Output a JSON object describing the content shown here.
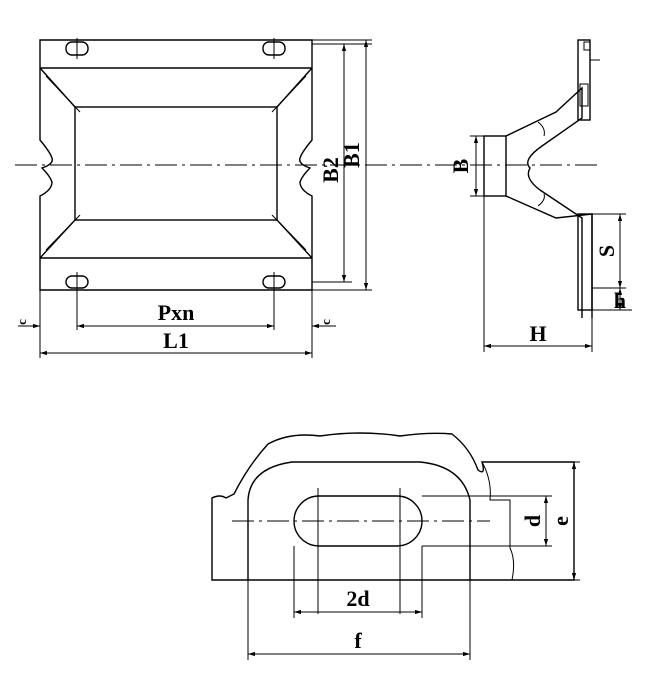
{
  "labels": {
    "B2": "B2",
    "B1": "B1",
    "B": "B",
    "S": "S",
    "h": "h",
    "H": "H",
    "Pxn": "Pxn",
    "L1": "L1",
    "c_left": "c",
    "c_right": "c",
    "d": "d",
    "e": "e",
    "two_d": "2d",
    "f": "f"
  }
}
